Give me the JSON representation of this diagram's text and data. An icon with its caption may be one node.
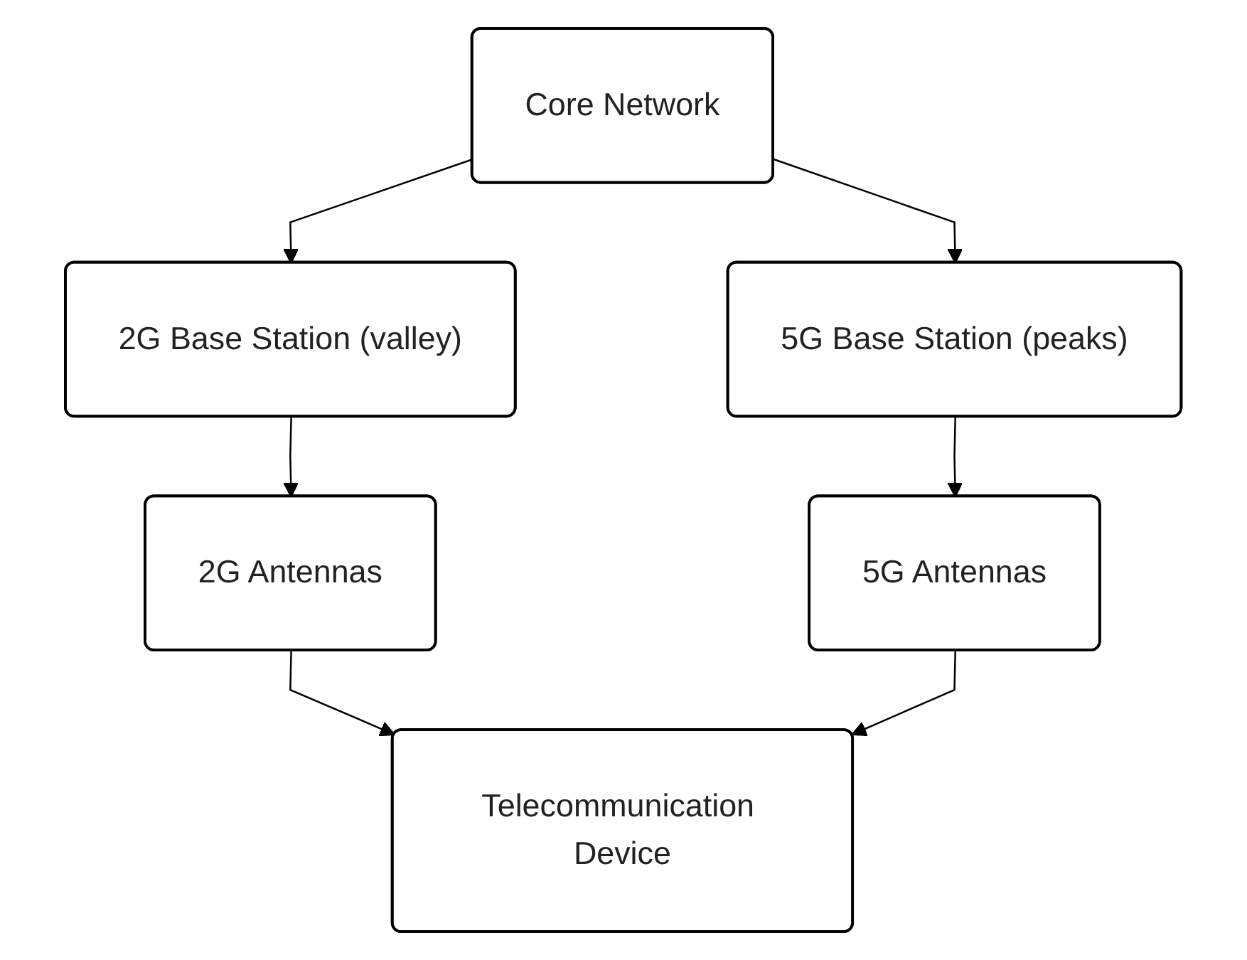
{
  "diagram": {
    "nodes": [
      {
        "text": [
          "Core Network"
        ]
      },
      {
        "text": [
          "2G Base Station (valley)"
        ]
      },
      {
        "text": [
          "5G Base Station (peaks)"
        ]
      },
      {
        "text": [
          "2G Antennas"
        ]
      },
      {
        "text": [
          "5G Antennas"
        ]
      },
      {
        "text": [
          "Telecommunication Device"
        ]
      }
    ],
    "edges": [
      {
        "from": 0,
        "to": 1,
        "arrow": "to"
      },
      {
        "from": 0,
        "to": 2,
        "arrow": "to"
      },
      {
        "from": 1,
        "to": 3,
        "arrow": "to"
      },
      {
        "from": 2,
        "to": 4,
        "arrow": "to"
      },
      {
        "from": 3,
        "to": 5,
        "arrow": "to"
      },
      {
        "from": 4,
        "to": 5,
        "arrow": "to"
      }
    ]
  }
}
